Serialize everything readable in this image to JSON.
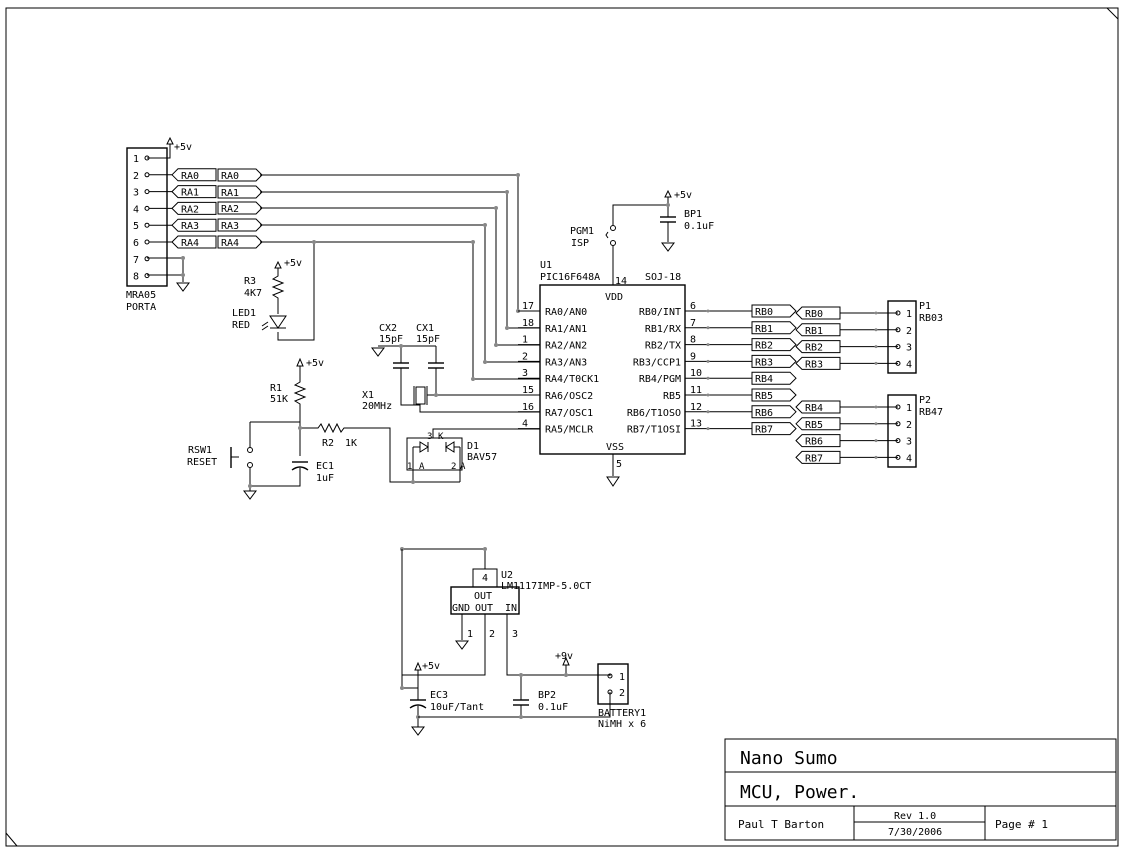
{
  "title_block": {
    "project": "Nano Sumo",
    "sheet_title": "MCU, Power.",
    "author": "Paul T Barton",
    "revision": "Rev 1.0",
    "date": "7/30/2006",
    "page": "Page # 1"
  },
  "power_labels": {
    "p5v": "+5v",
    "p9v": "+9v"
  },
  "porta_header": {
    "ref": "MRA05",
    "name": "PORTA",
    "pins": [
      "1",
      "2",
      "3",
      "4",
      "5",
      "6",
      "7",
      "8"
    ],
    "net_labels": [
      "RA0",
      "RA1",
      "RA2",
      "RA3",
      "RA4"
    ]
  },
  "net_flags_left": [
    "RA0",
    "RA1",
    "RA2",
    "RA3",
    "RA4"
  ],
  "mcu": {
    "ref": "U1",
    "part": "PIC16F648A",
    "package": "SOJ-18",
    "vdd_label": "VDD",
    "vdd_pin": "14",
    "vss_label": "VSS",
    "vss_pin": "5",
    "left_pins": [
      {
        "num": "17",
        "name": "RA0/AN0"
      },
      {
        "num": "18",
        "name": "RA1/AN1"
      },
      {
        "num": "1",
        "name": "RA2/AN2"
      },
      {
        "num": "2",
        "name": "RA3/AN3"
      },
      {
        "num": "3",
        "name": "RA4/T0CK1"
      },
      {
        "num": "15",
        "name": "RA6/OSC2"
      },
      {
        "num": "16",
        "name": "RA7/OSC1"
      },
      {
        "num": "4",
        "name": "RA5/MCLR"
      }
    ],
    "right_pins": [
      {
        "num": "6",
        "name": "RB0/INT"
      },
      {
        "num": "7",
        "name": "RB1/RX"
      },
      {
        "num": "8",
        "name": "RB2/TX"
      },
      {
        "num": "9",
        "name": "RB3/CCP1"
      },
      {
        "num": "10",
        "name": "RB4/PGM"
      },
      {
        "num": "11",
        "name": "RB5"
      },
      {
        "num": "12",
        "name": "RB6/T1OSO"
      },
      {
        "num": "13",
        "name": "RB7/T1OSI"
      }
    ]
  },
  "rb_flags": [
    "RB0",
    "RB1",
    "RB2",
    "RB3",
    "RB4",
    "RB5",
    "RB6",
    "RB7"
  ],
  "connectors": {
    "p1": {
      "ref": "P1",
      "name": "RB03",
      "nets": [
        "RB0",
        "RB1",
        "RB2",
        "RB3"
      ],
      "pins": [
        "1",
        "2",
        "3",
        "4"
      ]
    },
    "p2": {
      "ref": "P2",
      "name": "RB47",
      "nets": [
        "RB4",
        "RB5",
        "RB6",
        "RB7"
      ],
      "pins": [
        "1",
        "2",
        "3",
        "4"
      ]
    }
  },
  "components": {
    "pgm1": {
      "ref": "PGM1",
      "value": "ISP"
    },
    "bp1": {
      "ref": "BP1",
      "value": "0.1uF"
    },
    "r3": {
      "ref": "R3",
      "value": "4K7"
    },
    "led1": {
      "ref": "LED1",
      "value": "RED"
    },
    "cx2": {
      "ref": "CX2",
      "value": "15pF"
    },
    "cx1": {
      "ref": "CX1",
      "value": "15pF"
    },
    "x1": {
      "ref": "X1",
      "value": "20MHz"
    },
    "r1": {
      "ref": "R1",
      "value": "51K"
    },
    "r2": {
      "ref": "R2",
      "value": "1K"
    },
    "rsw1": {
      "ref": "RSW1",
      "value": "RESET"
    },
    "ec1": {
      "ref": "EC1",
      "value": "1uF"
    },
    "d1": {
      "ref": "D1",
      "value": "BAV57",
      "pin3": "3",
      "k": "K",
      "pin1": "1",
      "a1": "A",
      "pin2": "2",
      "a2": "A"
    },
    "u2": {
      "ref": "U2",
      "part": "LM1117IMP-5.0CT",
      "tab_pin": "4",
      "out_label": "OUT",
      "gnd": "GND",
      "out": "OUT",
      "in": "IN",
      "pin1": "1",
      "pin2": "2",
      "pin3": "3"
    },
    "ec3": {
      "ref": "EC3",
      "value": "10uF/Tant"
    },
    "bp2": {
      "ref": "BP2",
      "value": "0.1uF"
    },
    "battery1": {
      "ref": "BATTERY1",
      "value": "NiMH x 6",
      "pins": [
        "1",
        "2"
      ]
    }
  }
}
